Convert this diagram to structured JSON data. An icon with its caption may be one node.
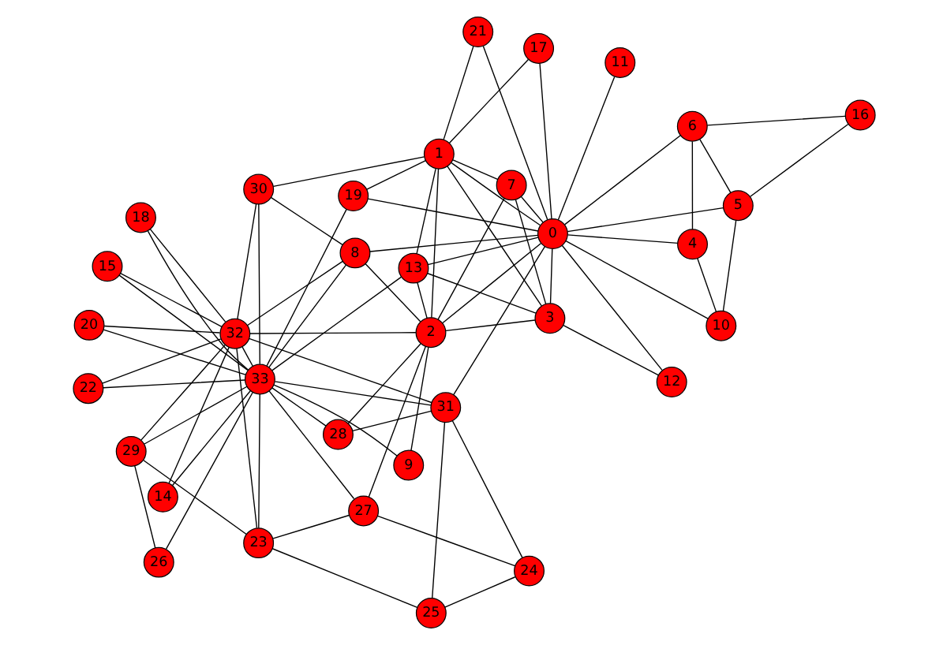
{
  "diagram": {
    "nodes": [
      {
        "text": [
          "0"
        ]
      },
      {
        "text": [
          "1"
        ]
      },
      {
        "text": [
          "2"
        ]
      },
      {
        "text": [
          "3"
        ]
      },
      {
        "text": [
          "4"
        ]
      },
      {
        "text": [
          "5"
        ]
      },
      {
        "text": [
          "6"
        ]
      },
      {
        "text": [
          "7"
        ]
      },
      {
        "text": [
          "8"
        ]
      },
      {
        "text": [
          "9"
        ]
      },
      {
        "text": [
          "10"
        ]
      },
      {
        "text": [
          "11"
        ]
      },
      {
        "text": [
          "12"
        ]
      },
      {
        "text": [
          "13"
        ]
      },
      {
        "text": [
          "14"
        ]
      },
      {
        "text": [
          "15"
        ]
      },
      {
        "text": [
          "16"
        ]
      },
      {
        "text": [
          "17"
        ]
      },
      {
        "text": [
          "18"
        ]
      },
      {
        "text": [
          "19"
        ]
      },
      {
        "text": [
          "20"
        ]
      },
      {
        "text": [
          "21"
        ]
      },
      {
        "text": [
          "22"
        ]
      },
      {
        "text": [
          "23"
        ]
      },
      {
        "text": [
          "24"
        ]
      },
      {
        "text": [
          "25"
        ]
      },
      {
        "text": [
          "26"
        ]
      },
      {
        "text": [
          "27"
        ]
      },
      {
        "text": [
          "28"
        ]
      },
      {
        "text": [
          "29"
        ]
      },
      {
        "text": [
          "30"
        ]
      },
      {
        "text": [
          "31"
        ]
      },
      {
        "text": [
          "32"
        ]
      },
      {
        "text": [
          "33"
        ]
      }
    ],
    "edges": [
      {
        "from": 0,
        "to": 1,
        "arrow": "none"
      },
      {
        "from": 0,
        "to": 2,
        "arrow": "none"
      },
      {
        "from": 0,
        "to": 3,
        "arrow": "none"
      },
      {
        "from": 0,
        "to": 4,
        "arrow": "none"
      },
      {
        "from": 0,
        "to": 5,
        "arrow": "none"
      },
      {
        "from": 0,
        "to": 6,
        "arrow": "none"
      },
      {
        "from": 0,
        "to": 7,
        "arrow": "none"
      },
      {
        "from": 0,
        "to": 8,
        "arrow": "none"
      },
      {
        "from": 0,
        "to": 10,
        "arrow": "none"
      },
      {
        "from": 0,
        "to": 11,
        "arrow": "none"
      },
      {
        "from": 0,
        "to": 12,
        "arrow": "none"
      },
      {
        "from": 0,
        "to": 13,
        "arrow": "none"
      },
      {
        "from": 0,
        "to": 17,
        "arrow": "none"
      },
      {
        "from": 0,
        "to": 19,
        "arrow": "none"
      },
      {
        "from": 0,
        "to": 21,
        "arrow": "none"
      },
      {
        "from": 0,
        "to": 31,
        "arrow": "none"
      },
      {
        "from": 1,
        "to": 2,
        "arrow": "none"
      },
      {
        "from": 1,
        "to": 3,
        "arrow": "none"
      },
      {
        "from": 1,
        "to": 7,
        "arrow": "none"
      },
      {
        "from": 1,
        "to": 13,
        "arrow": "none"
      },
      {
        "from": 1,
        "to": 17,
        "arrow": "none"
      },
      {
        "from": 1,
        "to": 19,
        "arrow": "none"
      },
      {
        "from": 1,
        "to": 21,
        "arrow": "none"
      },
      {
        "from": 1,
        "to": 30,
        "arrow": "none"
      },
      {
        "from": 2,
        "to": 3,
        "arrow": "none"
      },
      {
        "from": 2,
        "to": 7,
        "arrow": "none"
      },
      {
        "from": 2,
        "to": 8,
        "arrow": "none"
      },
      {
        "from": 2,
        "to": 9,
        "arrow": "none"
      },
      {
        "from": 2,
        "to": 13,
        "arrow": "none"
      },
      {
        "from": 2,
        "to": 27,
        "arrow": "none"
      },
      {
        "from": 2,
        "to": 28,
        "arrow": "none"
      },
      {
        "from": 2,
        "to": 32,
        "arrow": "none"
      },
      {
        "from": 3,
        "to": 7,
        "arrow": "none"
      },
      {
        "from": 3,
        "to": 12,
        "arrow": "none"
      },
      {
        "from": 3,
        "to": 13,
        "arrow": "none"
      },
      {
        "from": 4,
        "to": 6,
        "arrow": "none"
      },
      {
        "from": 4,
        "to": 10,
        "arrow": "none"
      },
      {
        "from": 5,
        "to": 6,
        "arrow": "none"
      },
      {
        "from": 5,
        "to": 10,
        "arrow": "none"
      },
      {
        "from": 5,
        "to": 16,
        "arrow": "none"
      },
      {
        "from": 6,
        "to": 16,
        "arrow": "none"
      },
      {
        "from": 8,
        "to": 30,
        "arrow": "none"
      },
      {
        "from": 8,
        "to": 32,
        "arrow": "none"
      },
      {
        "from": 8,
        "to": 33,
        "arrow": "none"
      },
      {
        "from": 9,
        "to": 33,
        "arrow": "none"
      },
      {
        "from": 13,
        "to": 33,
        "arrow": "none"
      },
      {
        "from": 14,
        "to": 32,
        "arrow": "none"
      },
      {
        "from": 14,
        "to": 33,
        "arrow": "none"
      },
      {
        "from": 15,
        "to": 32,
        "arrow": "none"
      },
      {
        "from": 15,
        "to": 33,
        "arrow": "none"
      },
      {
        "from": 18,
        "to": 32,
        "arrow": "none"
      },
      {
        "from": 18,
        "to": 33,
        "arrow": "none"
      },
      {
        "from": 19,
        "to": 33,
        "arrow": "none"
      },
      {
        "from": 20,
        "to": 32,
        "arrow": "none"
      },
      {
        "from": 20,
        "to": 33,
        "arrow": "none"
      },
      {
        "from": 22,
        "to": 32,
        "arrow": "none"
      },
      {
        "from": 22,
        "to": 33,
        "arrow": "none"
      },
      {
        "from": 23,
        "to": 25,
        "arrow": "none"
      },
      {
        "from": 23,
        "to": 27,
        "arrow": "none"
      },
      {
        "from": 23,
        "to": 29,
        "arrow": "none"
      },
      {
        "from": 23,
        "to": 32,
        "arrow": "none"
      },
      {
        "from": 23,
        "to": 33,
        "arrow": "none"
      },
      {
        "from": 24,
        "to": 25,
        "arrow": "none"
      },
      {
        "from": 24,
        "to": 27,
        "arrow": "none"
      },
      {
        "from": 24,
        "to": 31,
        "arrow": "none"
      },
      {
        "from": 25,
        "to": 31,
        "arrow": "none"
      },
      {
        "from": 26,
        "to": 29,
        "arrow": "none"
      },
      {
        "from": 26,
        "to": 33,
        "arrow": "none"
      },
      {
        "from": 27,
        "to": 33,
        "arrow": "none"
      },
      {
        "from": 28,
        "to": 31,
        "arrow": "none"
      },
      {
        "from": 28,
        "to": 33,
        "arrow": "none"
      },
      {
        "from": 29,
        "to": 32,
        "arrow": "none"
      },
      {
        "from": 29,
        "to": 33,
        "arrow": "none"
      },
      {
        "from": 30,
        "to": 32,
        "arrow": "none"
      },
      {
        "from": 30,
        "to": 33,
        "arrow": "none"
      },
      {
        "from": 31,
        "to": 32,
        "arrow": "none"
      },
      {
        "from": 31,
        "to": 33,
        "arrow": "none"
      },
      {
        "from": 32,
        "to": 33,
        "arrow": "none"
      }
    ]
  }
}
